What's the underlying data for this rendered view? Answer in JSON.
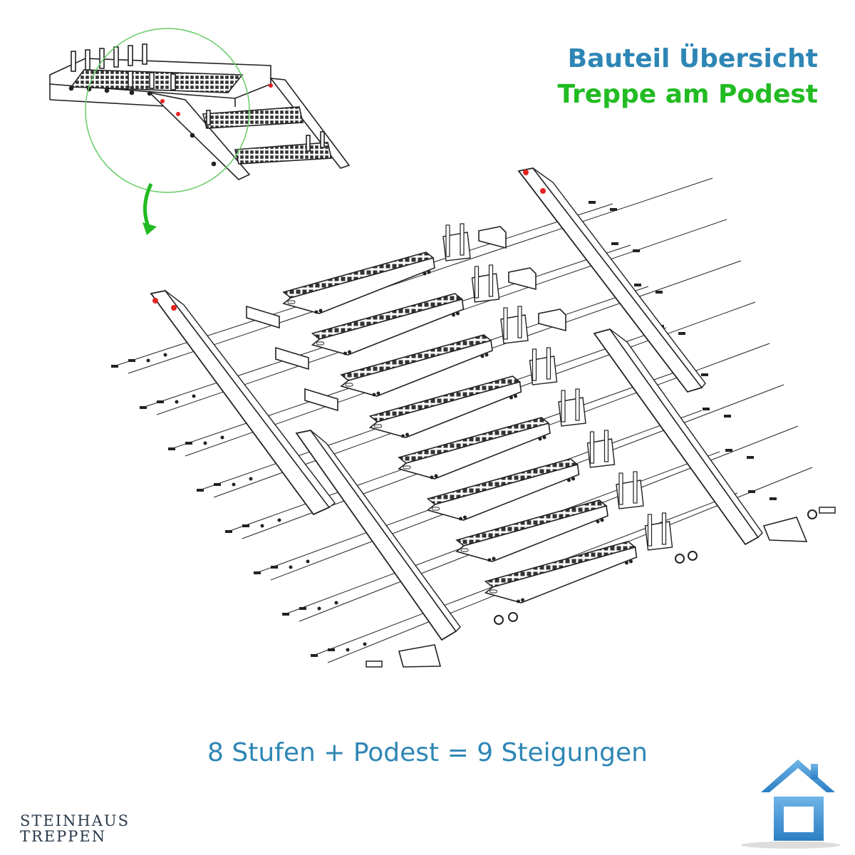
{
  "heading": {
    "line1": "Bauteil Übersicht",
    "line2": "Treppe am Podest"
  },
  "formula": "8 Stufen + Podest = 9 Steigungen",
  "brand": {
    "line1": "STEINHAUS",
    "line2": "TREPPEN"
  },
  "colors": {
    "heading_line1": "#2e86b5",
    "heading_line2": "#22bb22",
    "formula": "#2e86b5",
    "arrow": "#22bb22",
    "highlight": "#e52222",
    "logo": "#3a8fd0"
  },
  "icons": {
    "callout_arrow": "curved-down-arrow-icon",
    "logo": "house-logo-icon"
  },
  "diagram": {
    "steps_count": 8,
    "landing_count": 1
  }
}
